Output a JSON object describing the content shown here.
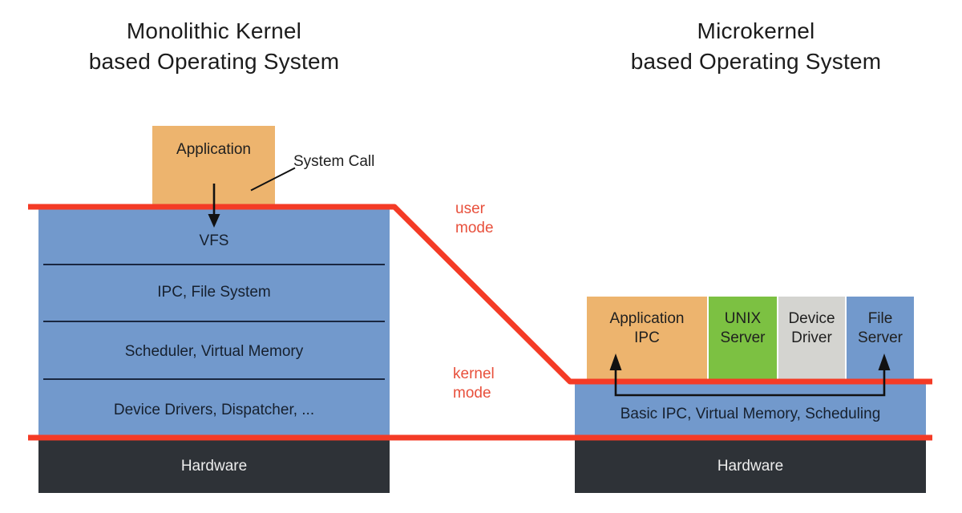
{
  "left": {
    "title_line1": "Monolithic Kernel",
    "title_line2": "based Operating System",
    "application_label": "Application",
    "system_call_label": "System Call",
    "kernel_layers": [
      "VFS",
      "IPC, File System",
      "Scheduler, Virtual Memory",
      "Device Drivers, Dispatcher, ..."
    ],
    "hardware_label": "Hardware"
  },
  "right": {
    "title_line1": "Microkernel",
    "title_line2": "based Operating System",
    "servers": [
      {
        "label_line1": "Application",
        "label_line2": "IPC",
        "color": "#edb46e"
      },
      {
        "label_line1": "UNIX",
        "label_line2": "Server",
        "color": "#7cc142"
      },
      {
        "label_line1": "Device",
        "label_line2": "Driver",
        "color": "#d4d4d0"
      },
      {
        "label_line1": "File",
        "label_line2": "Server",
        "color": "#7299cc"
      }
    ],
    "microkernel_label": "Basic IPC, Virtual Memory, Scheduling",
    "hardware_label": "Hardware"
  },
  "modes": {
    "user_line1": "user",
    "user_line2": "mode",
    "kernel_line1": "kernel",
    "kernel_line2": "mode"
  },
  "colors": {
    "accent_red": "#f43b26",
    "mode_text_red": "#e8503c",
    "app_orange": "#edb46e",
    "kernel_blue": "#7299cc",
    "hardware_dark": "#2e3237",
    "separator_navy": "#1a2740",
    "arrow_black": "#111111"
  }
}
